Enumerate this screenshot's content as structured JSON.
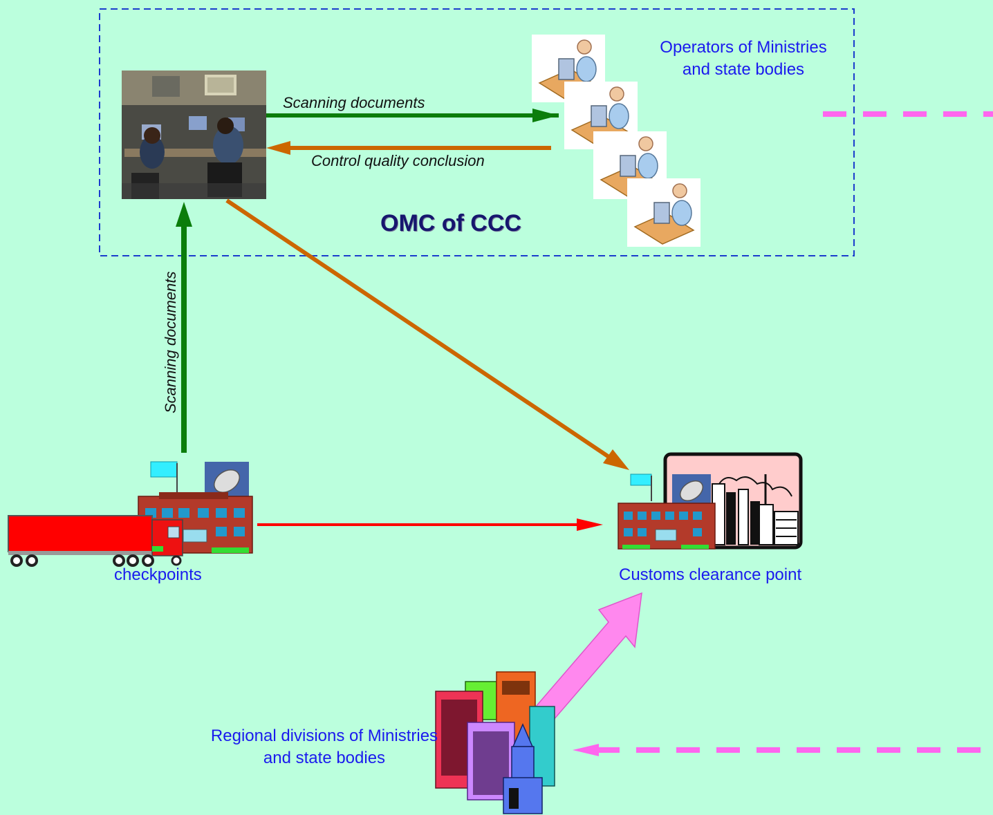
{
  "labels": {
    "operators_line1": "Operators of Ministries",
    "operators_line2": "and state bodies",
    "scanning_top": "Scanning documents",
    "control_quality": "Control quality conclusion",
    "omc": "OMC of CCC",
    "scanning_vertical": "Scanning documents",
    "checkpoints": "checkpoints",
    "customs": "Customs clearance point",
    "regional_line1": "Regional divisions of Ministries",
    "regional_line2": "and state bodies"
  },
  "icons": {
    "control_room": "control-room-photo",
    "operators": "operator-at-computer-icon",
    "checkpoint": "checkpoint-building-icon",
    "truck": "truck-icon",
    "customs": "customs-building-icon",
    "city": "city-skyline-icon",
    "regional": "regional-buildings-icon"
  },
  "colors": {
    "background": "#bbffdd",
    "green_arrow": "#0b7d0b",
    "orange_arrow": "#cc6600",
    "red_arrow": "#ff0000",
    "pink_arrow": "#ff88ee",
    "label_blue": "#1a1aee",
    "omc_navy": "#16166e"
  }
}
